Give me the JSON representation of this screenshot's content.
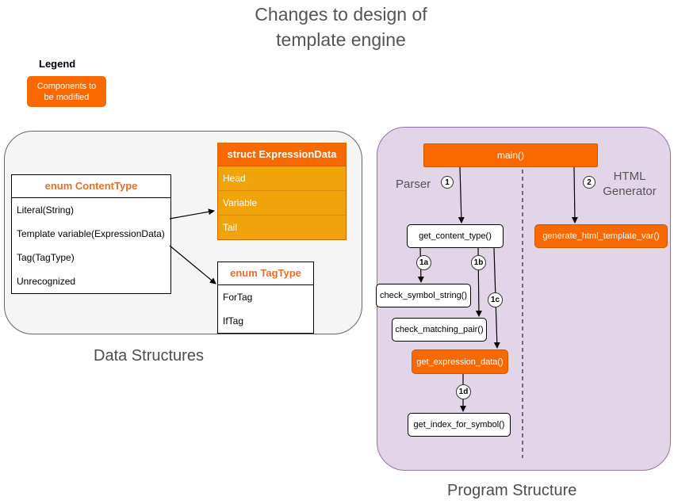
{
  "title": {
    "line1": "Changes to design of",
    "line2": "template engine"
  },
  "legend": {
    "title": "Legend",
    "item_line1": "Components to",
    "item_line2": "be modified",
    "color": "#fa6800"
  },
  "data_structures": {
    "caption": "Data Structures",
    "content_type": {
      "header": "enum ContentType",
      "rows": [
        "Literal(String)",
        "Template variable(ExpressionData)",
        "Tag(TagType)",
        "Unrecognized"
      ]
    },
    "expression_data": {
      "header": "struct ExpressionData",
      "rows": [
        "Head",
        "Variable",
        "Tail"
      ]
    },
    "tag_type": {
      "header": "enum TagType",
      "rows": [
        "ForTag",
        "IfTag"
      ]
    }
  },
  "program_structure": {
    "caption": "Program Structure",
    "main": "main()",
    "parser_label": "Parser",
    "html_label_line1": "HTML",
    "html_label_line2": "Generator",
    "nodes": {
      "get_content_type": "get_content_type()",
      "check_symbol_string": "check_symbol_string()",
      "check_matching_pair": "check_matching_pair()",
      "get_expression_data": "get_expression_data()",
      "get_index_for_symbol": "get_index_for_symbol()",
      "generate_html_template_var": "generate_html_template_var()"
    },
    "badges": {
      "b1": "1",
      "b2": "2",
      "b1a": "1a",
      "b1b": "1b",
      "b1c": "1c",
      "b1d": "1d"
    }
  },
  "colors": {
    "modified": "#fa6800",
    "struct_fill": "#f0a30a",
    "program_panel": "#e1d5e7",
    "data_panel": "#f5f5f5"
  }
}
